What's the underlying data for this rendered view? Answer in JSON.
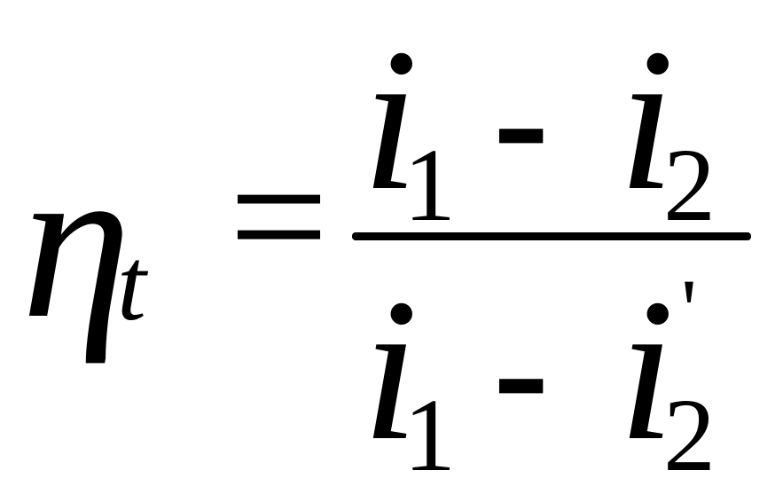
{
  "formula": {
    "lhs": {
      "symbol": "η",
      "subscript": "t"
    },
    "equals": "=",
    "numerator": {
      "term1": {
        "symbol": "i",
        "subscript": "1"
      },
      "operator": "-",
      "term2": {
        "symbol": "i",
        "subscript": "2"
      }
    },
    "denominator": {
      "term1": {
        "symbol": "i",
        "subscript": "1"
      },
      "operator": "-",
      "term2": {
        "symbol": "i",
        "subscript": "2",
        "prime": "'"
      }
    }
  }
}
